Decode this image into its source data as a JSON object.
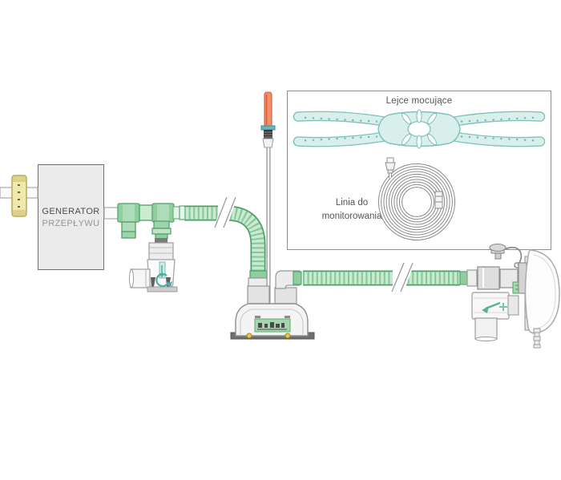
{
  "labels": {
    "generator_line1": "GENERATOR",
    "generator_line2": "PRZEPŁYWU",
    "panel_title": "Lejce mocujące",
    "monitoring_line1": "Linia do",
    "monitoring_line2": "monitorowania"
  },
  "colors": {
    "background": "#ffffff",
    "tube_green_fill": "#c9ead0",
    "tube_green_rib": "#86c79a",
    "tube_green_outline": "#4f9e6a",
    "connector_green": "#aedbb8",
    "headgear_teal_fill": "#d9efec",
    "headgear_teal_outline": "#7cc2bb",
    "orange_cap": "#f2906e",
    "teal_band": "#62b9c4",
    "oxygen_inlet_yellow": "#f0e9ad",
    "generator_box_fill": "#ebebeb",
    "generator_box_border": "#6f6f6f",
    "panel_border": "#8f8f8f",
    "label_gray_dark": "#4c4c4c",
    "label_gray_light": "#969696",
    "humidifier_window_green": "#a3d6ab",
    "base_plate_gray": "#6f6f6f",
    "screw_yellow": "#e7c64a"
  }
}
